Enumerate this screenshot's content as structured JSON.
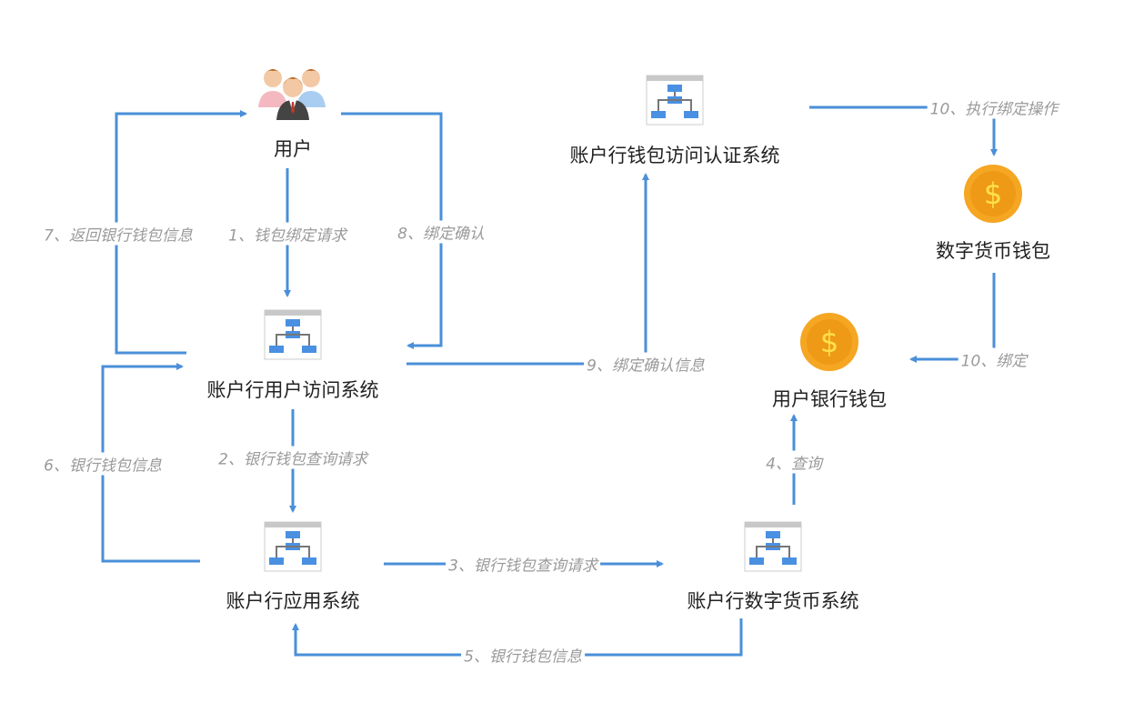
{
  "nodes": {
    "user": "用户",
    "access_system": "账户行用户访问系统",
    "app_system": "账户行应用系统",
    "digital_currency_system": "账户行数字货币系统",
    "auth_system": "账户行钱包访问认证系统",
    "digital_wallet": "数字货币钱包",
    "bank_wallet": "用户银行钱包"
  },
  "edges": {
    "e1": "1、钱包绑定请求",
    "e2": "2、银行钱包查询请求",
    "e3": "3、银行钱包查询请求",
    "e4": "4、查询",
    "e5": "5、银行钱包信息",
    "e6": "6、银行钱包信息",
    "e7": "7、返回银行钱包信息",
    "e8": "8、绑定确认",
    "e9": "9、绑定确认信息",
    "e10a": "10、执行绑定操作",
    "e10b": "10、绑定"
  },
  "coin_symbol": "$",
  "colors": {
    "line": "#4a8fd8",
    "box": "#4a90e2",
    "coin": "#f5a623"
  }
}
